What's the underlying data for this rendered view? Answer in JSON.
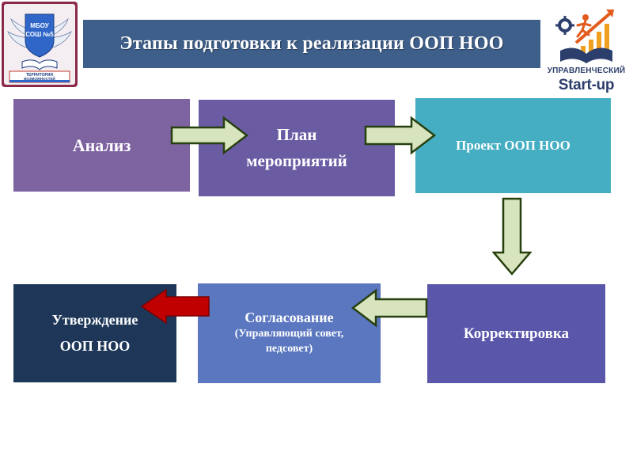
{
  "header": {
    "title": "Этапы подготовки к реализации ООП НОО"
  },
  "emblem": {
    "line1": "МБОУ",
    "line2": "СОШ №5",
    "ribbon_line1": "ТЕРРИТОРИЯ",
    "ribbon_line2": "ВОЗМОЖНОСТЕЙ"
  },
  "brand_logo": {
    "line1": "УПРАВЛЕНЧЕСКИЙ",
    "line2": "Start-up"
  },
  "stages": {
    "analysis": "Анализ",
    "plan_line1": "План",
    "plan_line2": "мероприятий",
    "project": "Проект ООП НОО",
    "correction": "Корректировка",
    "agreement_title": "Согласование",
    "agreement_sub_line1": "(Управляющий совет,",
    "agreement_sub_line2": "педсовет)",
    "approval_line1": "Утверждение",
    "approval_line2": "ООП НОО"
  },
  "colors": {
    "title_bar": "#3e5f8a",
    "analysis": "#7d63a0",
    "plan": "#6a5ba3",
    "project": "#45aec2",
    "correction": "#5a57aa",
    "agreement": "#5a77bf",
    "approval": "#1e3759",
    "arrow_fill": "#d7e4bd",
    "arrow_stroke": "#27400f",
    "arrow_red": "#c00000"
  }
}
